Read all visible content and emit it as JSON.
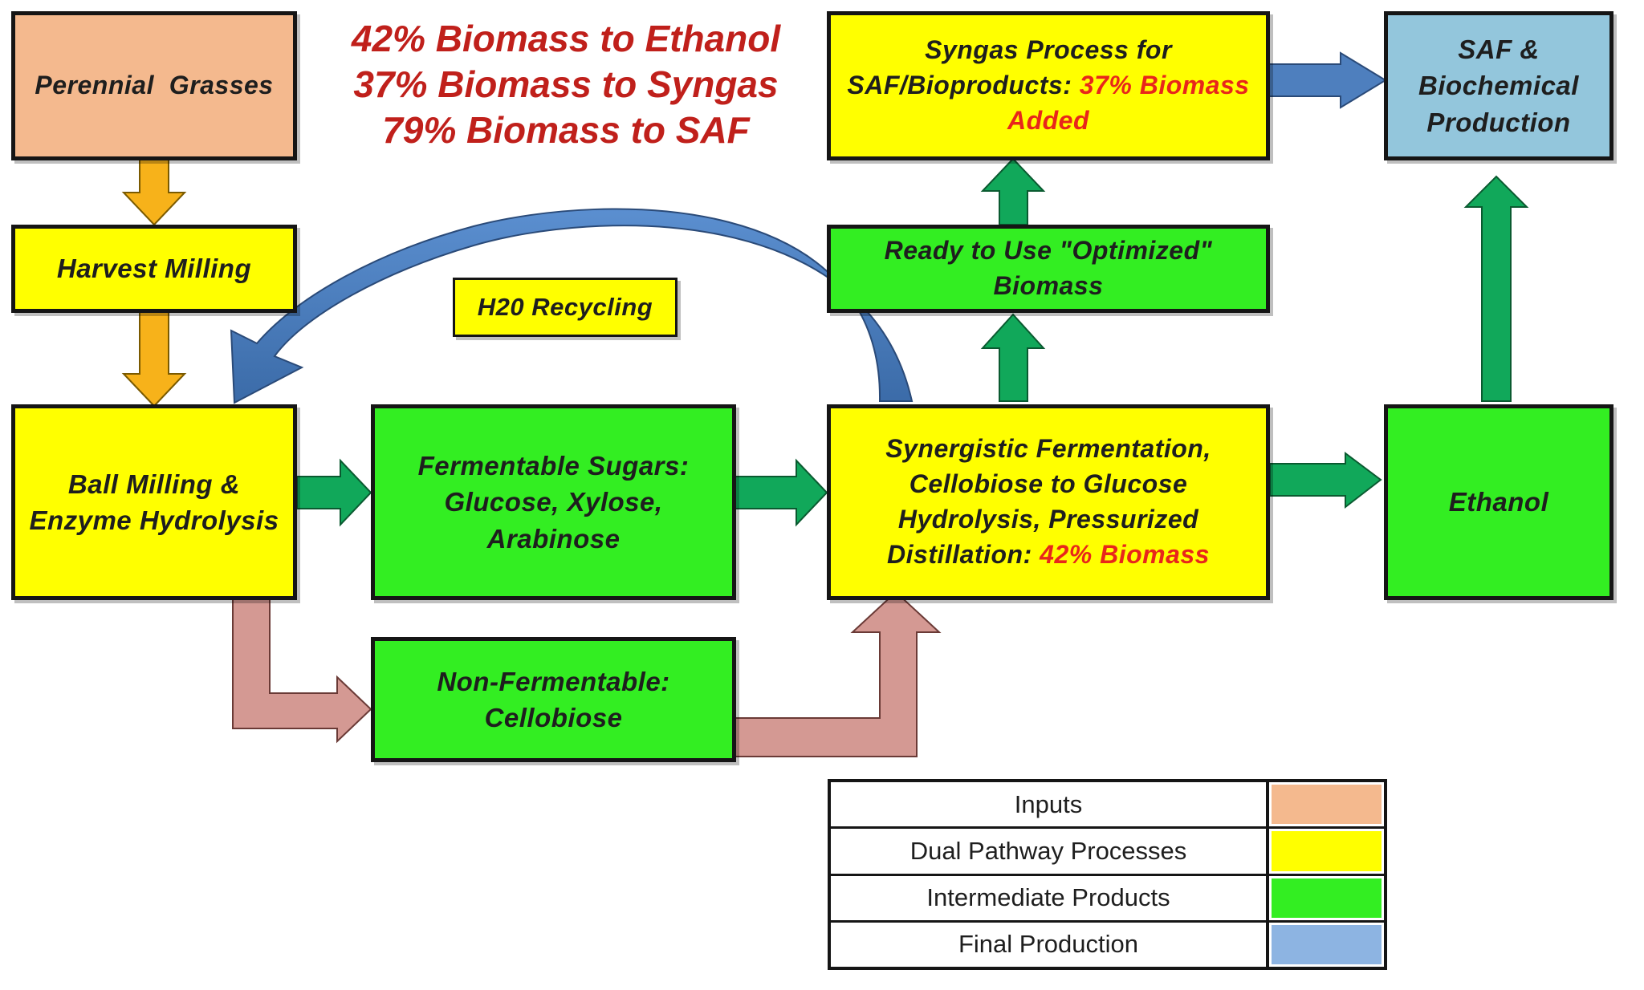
{
  "headline": {
    "line1": "42% Biomass to Ethanol",
    "line2": "37% Biomass to Syngas",
    "line3": "79% Biomass to SAF"
  },
  "boxes": {
    "perennial": "Perennial  Grasses",
    "harvest": "Harvest Milling",
    "ball_milling": "Ball Milling & Enzyme Hydrolysis",
    "fermentable": "Fermentable Sugars: Glucose, Xylose, Arabinose",
    "non_fermentable": "Non-Fermentable: Cellobiose",
    "synergistic_main": "Synergistic Fermentation, Cellobiose to Glucose Hydrolysis, Pressurized Distillation:",
    "synergistic_pct": "42% Biomass",
    "ethanol": "Ethanol",
    "optimized": "Ready to Use \"Optimized\" Biomass",
    "syngas_main": "Syngas Process for SAF/Bioproducts:",
    "syngas_pct": "37% Biomass Added",
    "saf": "SAF & Biochemical Production",
    "h2o": "H20 Recycling"
  },
  "legend": [
    {
      "label": "Inputs",
      "color": "#f4b98e"
    },
    {
      "label": "Dual Pathway Processes",
      "color": "#ffff00"
    },
    {
      "label": "Intermediate Products",
      "color": "#33ee22"
    },
    {
      "label": "Final Production",
      "color": "#8db4e2"
    }
  ],
  "colors": {
    "input": "#f4b98e",
    "dual": "#ffff00",
    "intermediate": "#33ee22",
    "final": "#93c6dc",
    "arrow_orange": "#f7b21a",
    "arrow_green": "#11a85a",
    "arrow_pink": "#d49993",
    "arrow_blue": "#4e7fbe",
    "headline": "#c0201b",
    "highlight": "#e8261b"
  }
}
